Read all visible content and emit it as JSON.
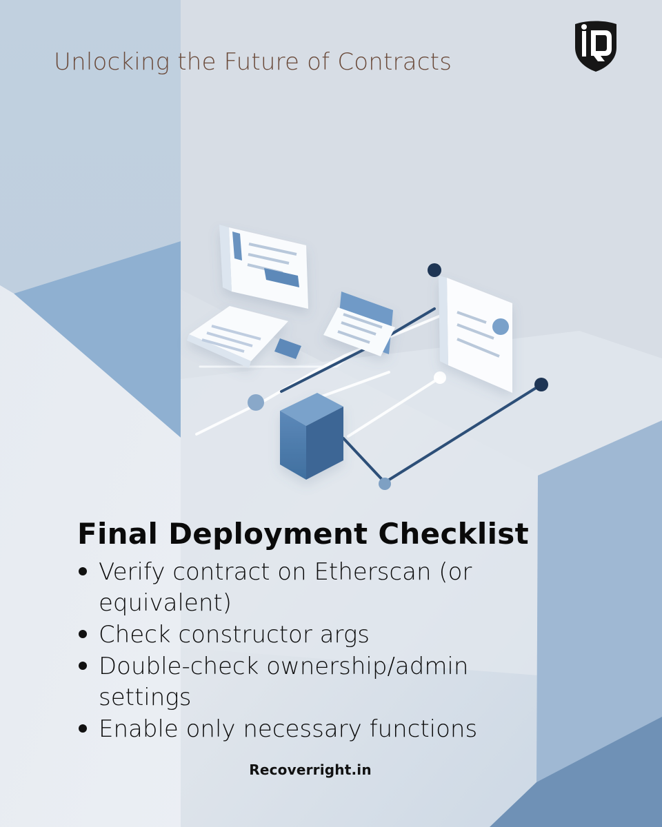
{
  "header": {
    "headline": "Unlocking the Future of Contracts"
  },
  "brand": {
    "logo_icon": "shield-iq-logo-icon",
    "logo_text": "IQ"
  },
  "checklist": {
    "title": "Final Deployment Checklist",
    "items": [
      {
        "label": "Verify contract on Etherscan (or equivalent)"
      },
      {
        "label": "Check constructor args"
      },
      {
        "label": "Double-check ownership/admin settings"
      },
      {
        "label": "Enable only necessary functions"
      }
    ]
  },
  "footer": {
    "site": "Recoverright.in"
  },
  "colors": {
    "background_light": "#e5eaf1",
    "background_blue": "#b9cadc",
    "accent_blue": "#5f89b6",
    "dark_blue": "#2d4f78",
    "headline_brown": "#6a4a3a",
    "text_black": "#0a0a0a"
  }
}
